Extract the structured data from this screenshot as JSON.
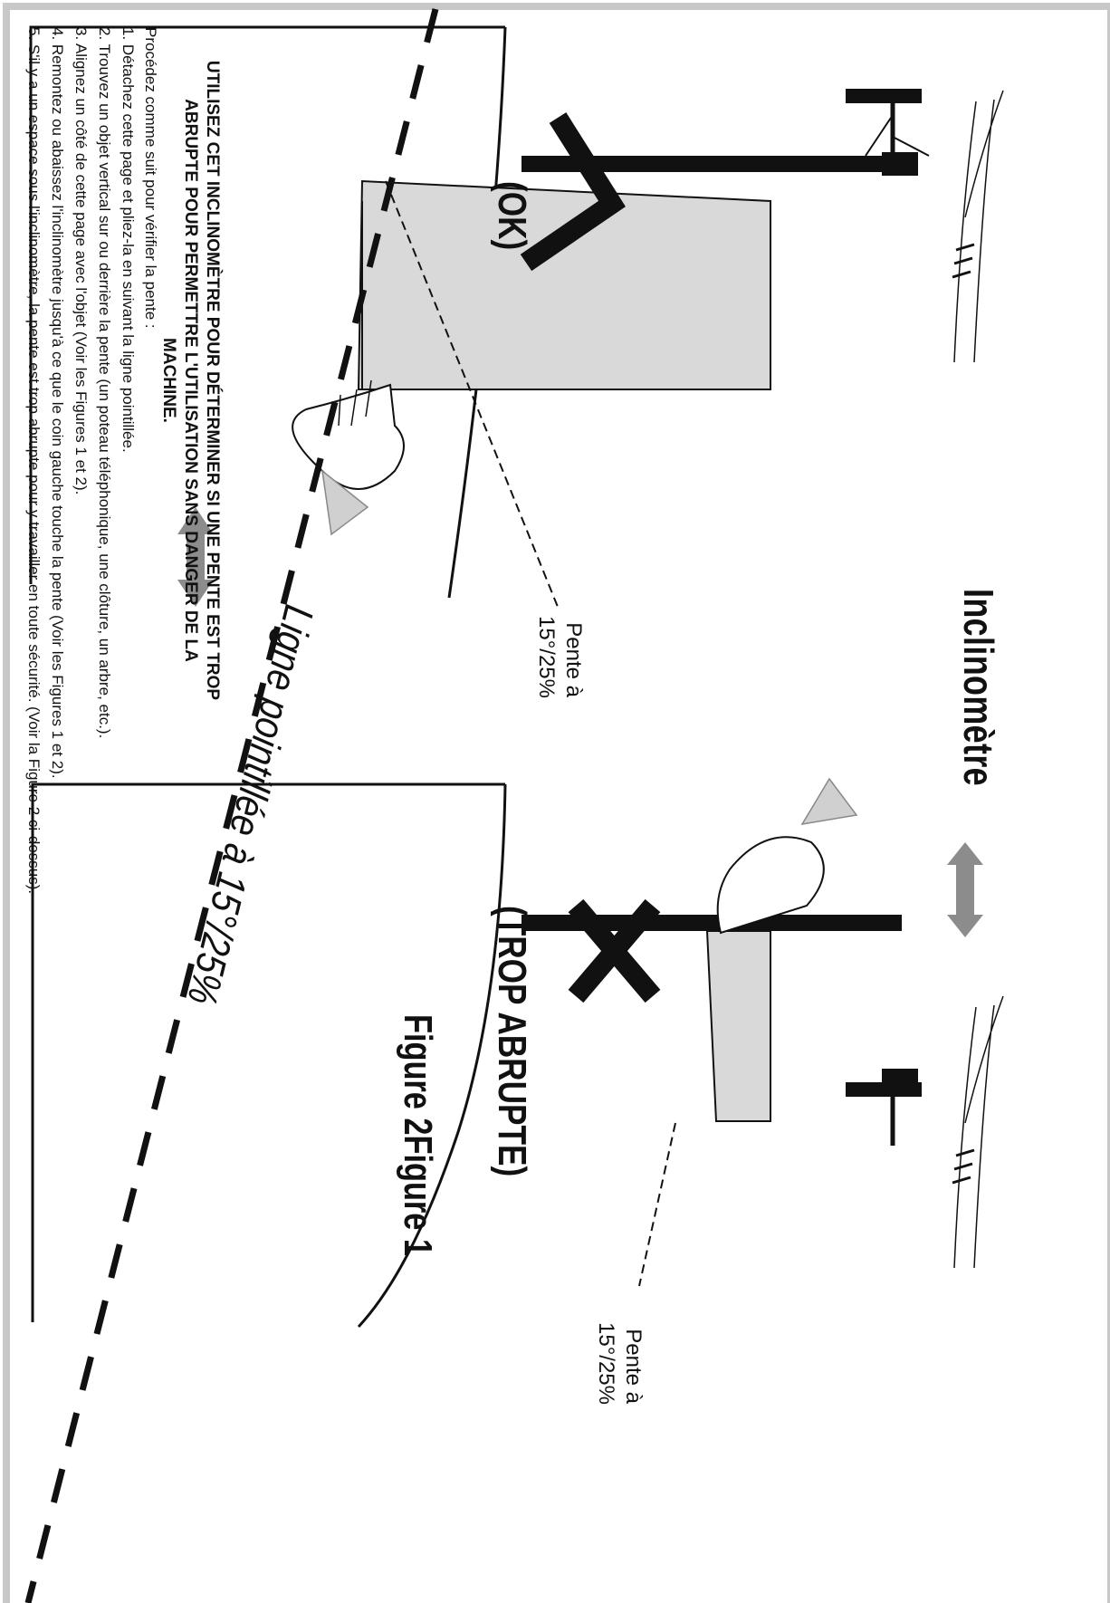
{
  "title": "Inclinomètre",
  "figure_caption": "Figure 2Figure 1",
  "ok_label": "(OK)",
  "steep_label": "(TROP ABRUPTE)",
  "slope_label_1": "Pente à",
  "slope_label_2": "15°/25%",
  "dashed_line_label": "Ligne pointillée à 15°/25%",
  "warning": "UTILISEZ CET INCLINOMÈTRE POUR DÉTERMINER SI UNE PENTE EST TROP ABRUPTE POUR PERMETTRE L'UTILISATION SANS DANGER DE LA MACHINE.",
  "intro": "Procédez comme suit pour vérifier la pente :",
  "steps": [
    "1.  Détachez cette page et pliez-la en suivant la ligne pointillée.",
    "2.  Trouvez un objet vertical sur ou derrière la pente (un poteau téléphonique, une clôture, un arbre, etc.).",
    "3.  Alignez un côté de cette page avec l'objet (Voir les Figures 1 et 2).",
    "4.  Remontez ou abaissez l'inclinomètre jusqu'à ce que le coin gauche touche la pente (Voir les Figures 1 et 2).",
    "5.  S'il y a un espace sous l'inclinomètre, la pente est trop abrupte pour y travailler en toute sécurité. (Voir la Figure 2  ci-dessus)."
  ],
  "colors": {
    "frame": "#c8c8c8",
    "paper_fill": "#d9d9d9",
    "arrow": "#8c8c8c",
    "ink": "#111111"
  }
}
